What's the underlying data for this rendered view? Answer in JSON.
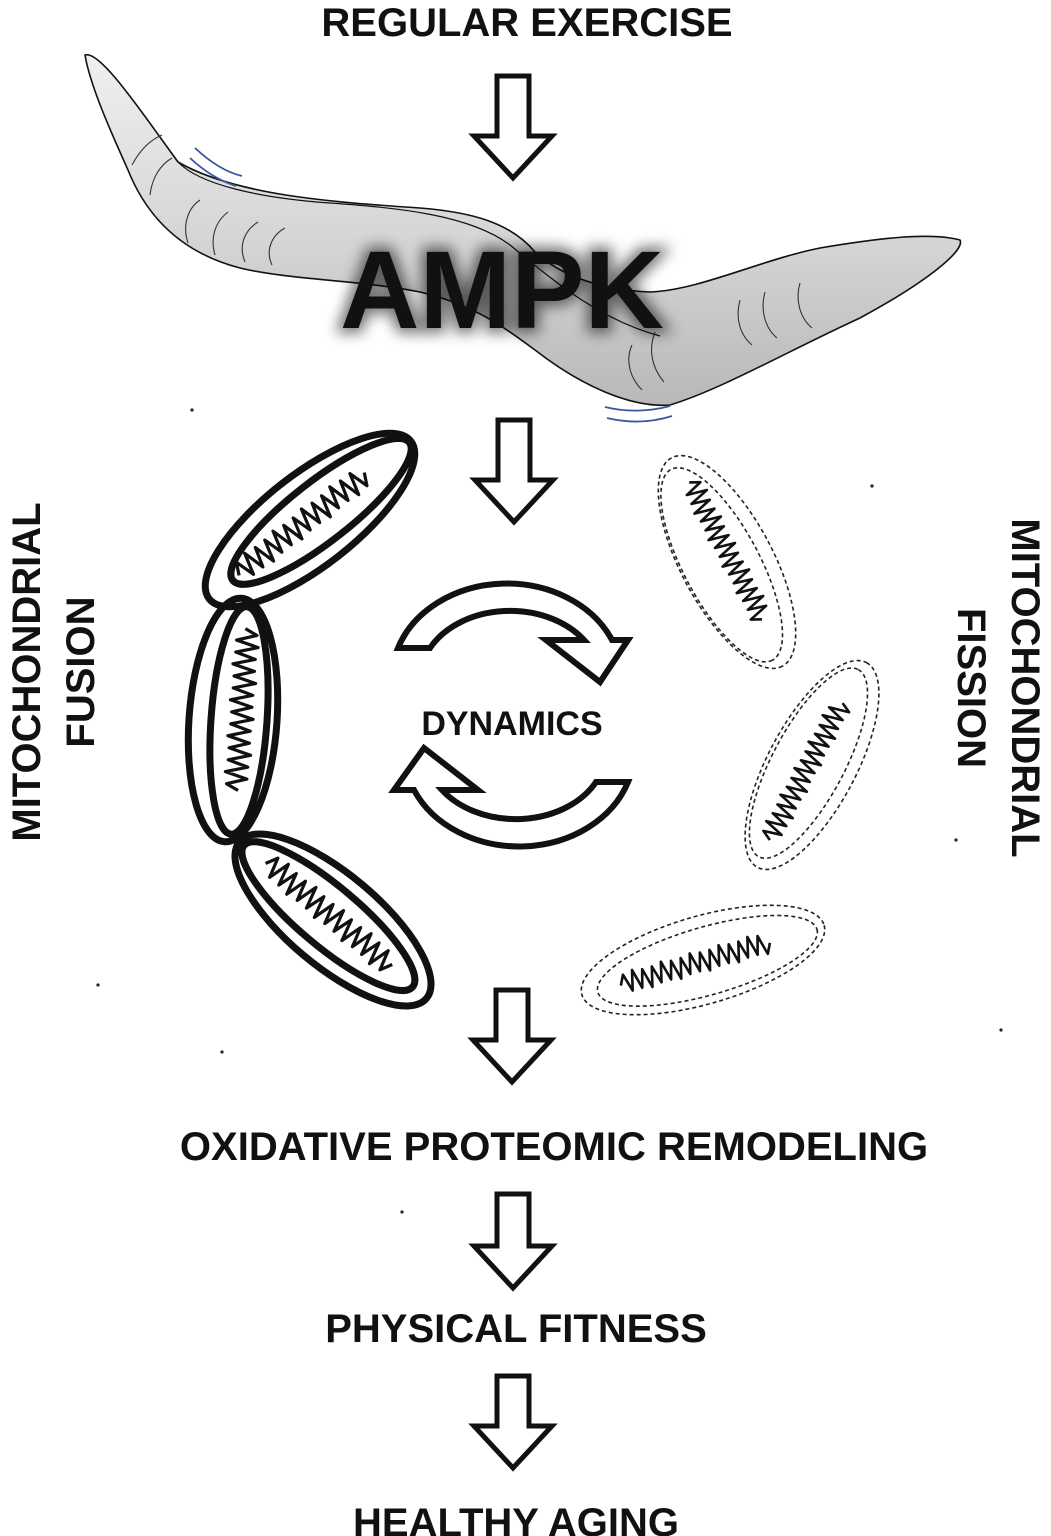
{
  "labels": {
    "top": "REGULAR EXERCISE",
    "center": "AMPK",
    "cycle": "DYNAMICS",
    "left_line1": "MITOCHONDRIAL",
    "left_line2": "FUSION",
    "right_line1": "MITOCHONDRIAL",
    "right_line2": "FISSION",
    "step1": "OXIDATIVE PROTEOMIC REMODELING",
    "step2": "PHYSICAL FITNESS",
    "step3": "HEALTHY AGING"
  },
  "colors": {
    "text": "#111111",
    "worm_fill": "#d2d2d2",
    "worm_highlight": "#f0f0f0",
    "motion_lines": "#3b56a0",
    "background": "#ffffff"
  },
  "icons": {
    "worm": "c-elegans-worm-icon",
    "flow_arrow": "hollow-down-arrow-icon",
    "cycle": "circular-arrows-icon",
    "mitochondrion": "mitochondrion-icon"
  }
}
